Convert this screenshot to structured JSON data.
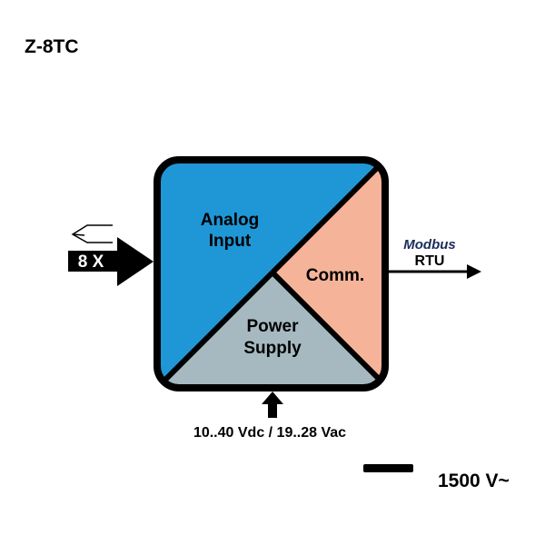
{
  "title": "Z-8TC",
  "input": {
    "multiplier_label": "8 X",
    "icon": "thermocouple-icon"
  },
  "blocks": {
    "analog_input": {
      "lines": [
        "Analog",
        "Input"
      ],
      "color": "#1f97d6"
    },
    "communication": {
      "label": "Comm.",
      "color": "#f5b49a"
    },
    "power_supply": {
      "lines": [
        "Power",
        "Supply"
      ],
      "color": "#a6b9c1"
    }
  },
  "output": {
    "protocol_logo": "Modbus",
    "protocol": "RTU"
  },
  "power_input": {
    "label": "10..40 Vdc / 19..28 Vac"
  },
  "isolation": {
    "label": "1500 V~"
  },
  "colors": {
    "outline": "#000000",
    "logo_text": "#1b2d5c"
  }
}
